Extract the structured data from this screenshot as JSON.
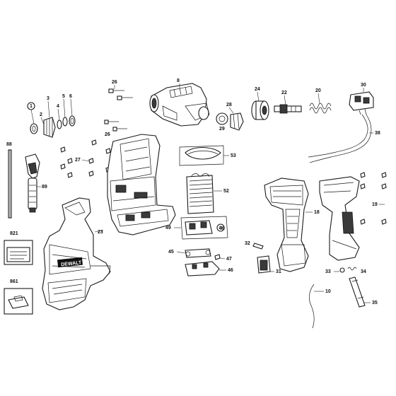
{
  "labels": {
    "l1": "1",
    "l2": "2",
    "l3": "3",
    "l4": "4",
    "l5": "5",
    "l6": "6",
    "l8": "8",
    "l10": "10",
    "l18": "18",
    "l19": "19",
    "l20": "20",
    "l22": "22",
    "l23": "23",
    "l24": "24",
    "l26a": "26",
    "l26b": "26",
    "l27": "27",
    "l28": "28",
    "l29": "29",
    "l30": "30",
    "l31": "31",
    "l32": "32",
    "l33": "33",
    "l34": "34",
    "l35": "35",
    "l38": "38",
    "l45": "45",
    "l46": "46",
    "l47": "47",
    "l48": "48",
    "l49": "49",
    "l52": "52",
    "l53": "53",
    "l88": "88",
    "l89": "89",
    "l821": "821",
    "l861": "861"
  },
  "brand": "DEWALT",
  "colors": {
    "line": "#1a1a1a",
    "fill": "#ffffff",
    "dark": "#3a3a3a"
  }
}
